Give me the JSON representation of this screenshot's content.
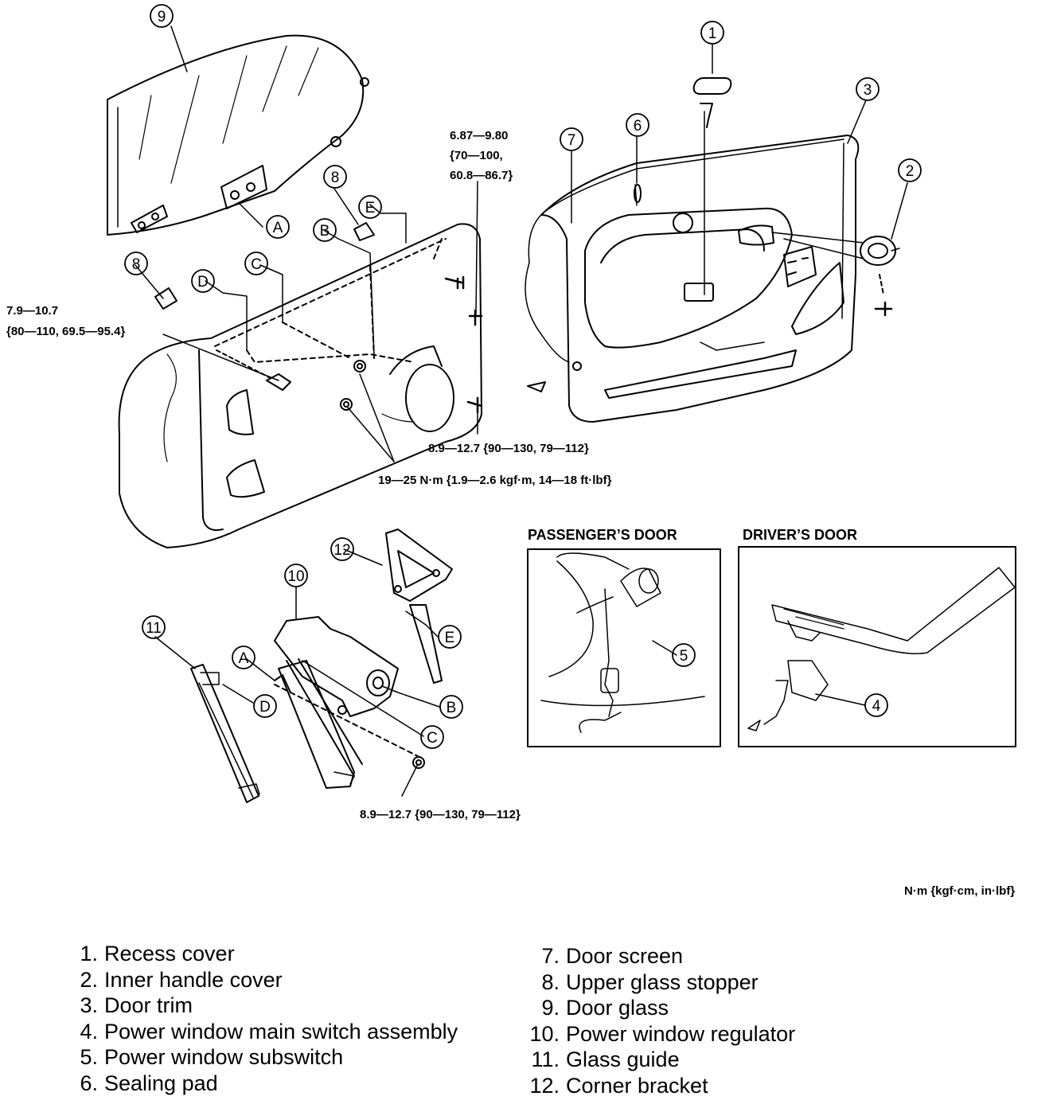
{
  "callouts": [
    "1",
    "2",
    "3",
    "4",
    "5",
    "6",
    "7",
    "8",
    "9",
    "10",
    "11",
    "12",
    "A",
    "B",
    "C",
    "D",
    "E"
  ],
  "torques": {
    "t1": "6.87—9.80",
    "t2": "{70—100,",
    "t3": "60.8—86.7}",
    "t4": "7.9—10.7",
    "t5": "{80—110, 69.5—95.4}",
    "t6": "8.9—12.7 {90—130, 79—112}",
    "t7": "19—25 N·m {1.9—2.6 kgf·m, 14—18 ft·lbf}",
    "t8": "8.9—12.7 {90—130, 79—112}"
  },
  "insets": {
    "passenger": "PASSENGER’S DOOR",
    "driver": "DRIVER’S DOOR"
  },
  "units": "N·m {kgf·cm, in·lbf}",
  "legend": [
    {
      "num": "1.",
      "text": "Recess cover"
    },
    {
      "num": "2.",
      "text": "Inner handle cover"
    },
    {
      "num": "3.",
      "text": "Door trim"
    },
    {
      "num": "4.",
      "text": "Power window main switch assembly"
    },
    {
      "num": "5.",
      "text": "Power window subswitch"
    },
    {
      "num": "6.",
      "text": "Sealing pad"
    },
    {
      "num": "7.",
      "text": "Door screen"
    },
    {
      "num": "8.",
      "text": "Upper glass stopper"
    },
    {
      "num": "9.",
      "text": "Door glass"
    },
    {
      "num": "10.",
      "text": "Power window regulator"
    },
    {
      "num": "11.",
      "text": "Glass guide"
    },
    {
      "num": "12.",
      "text": "Corner bracket"
    }
  ]
}
